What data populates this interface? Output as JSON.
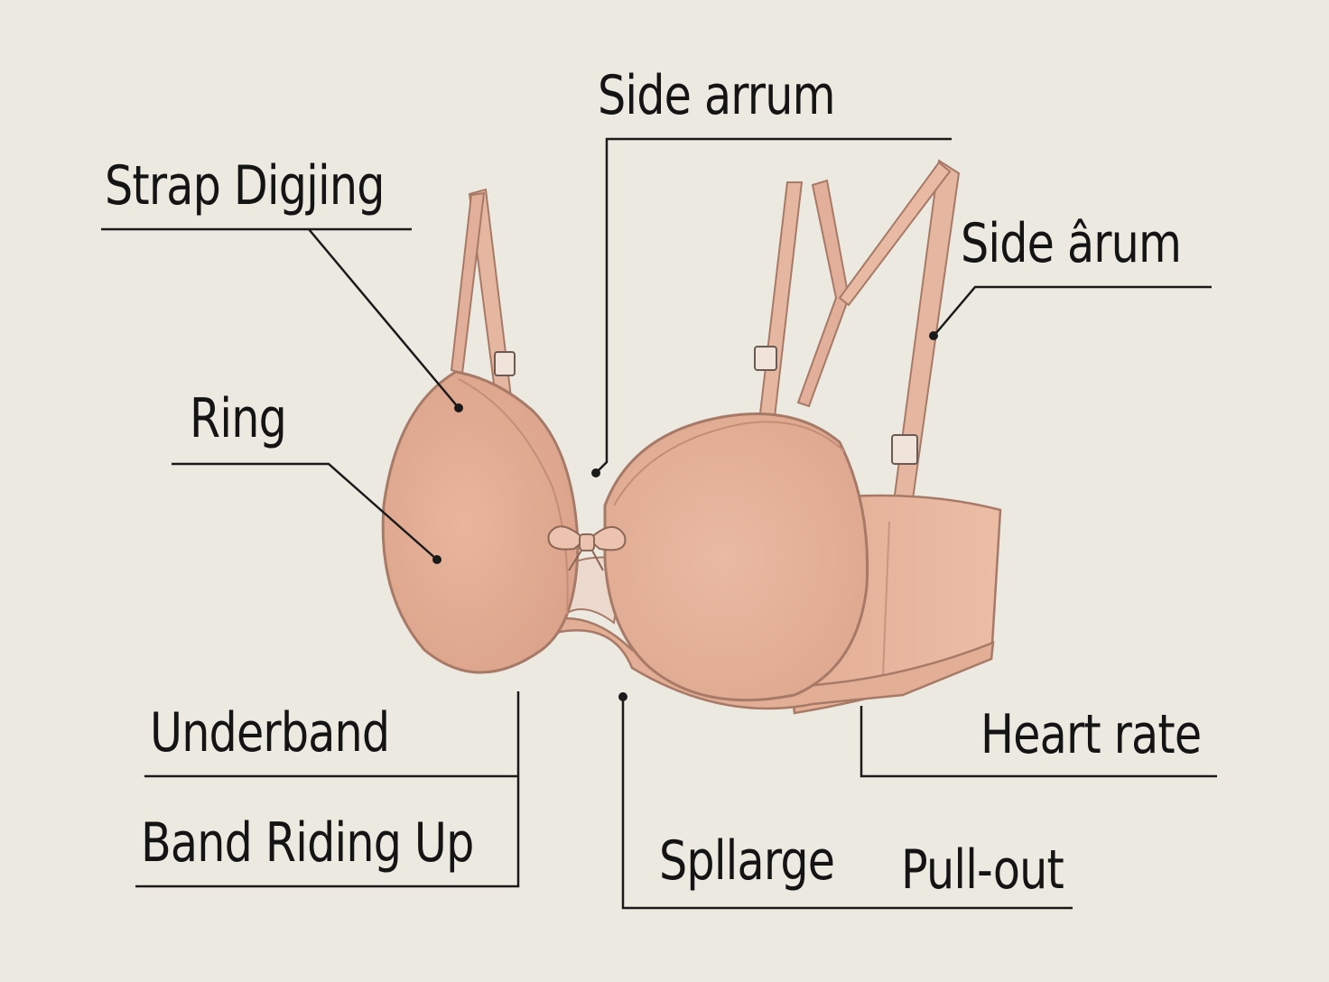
{
  "labels": {
    "side_arrum_top": "Side arrum",
    "strap_digging": "Strap Digjing",
    "side_arum_right": "Side ârum",
    "ring": "Ring",
    "underband": "Underband",
    "band_riding_up": "Band Riding Up",
    "heart_rate": "Heart rate",
    "spllarge": "Spllarge",
    "pull_out": "Pull-out"
  },
  "colors": {
    "background": "#ece9e1",
    "fabric": "#e5b29a",
    "fabric_shadow": "#d49b82",
    "outline": "#a77a67",
    "line": "#1a1a1a",
    "text": "#141414"
  }
}
